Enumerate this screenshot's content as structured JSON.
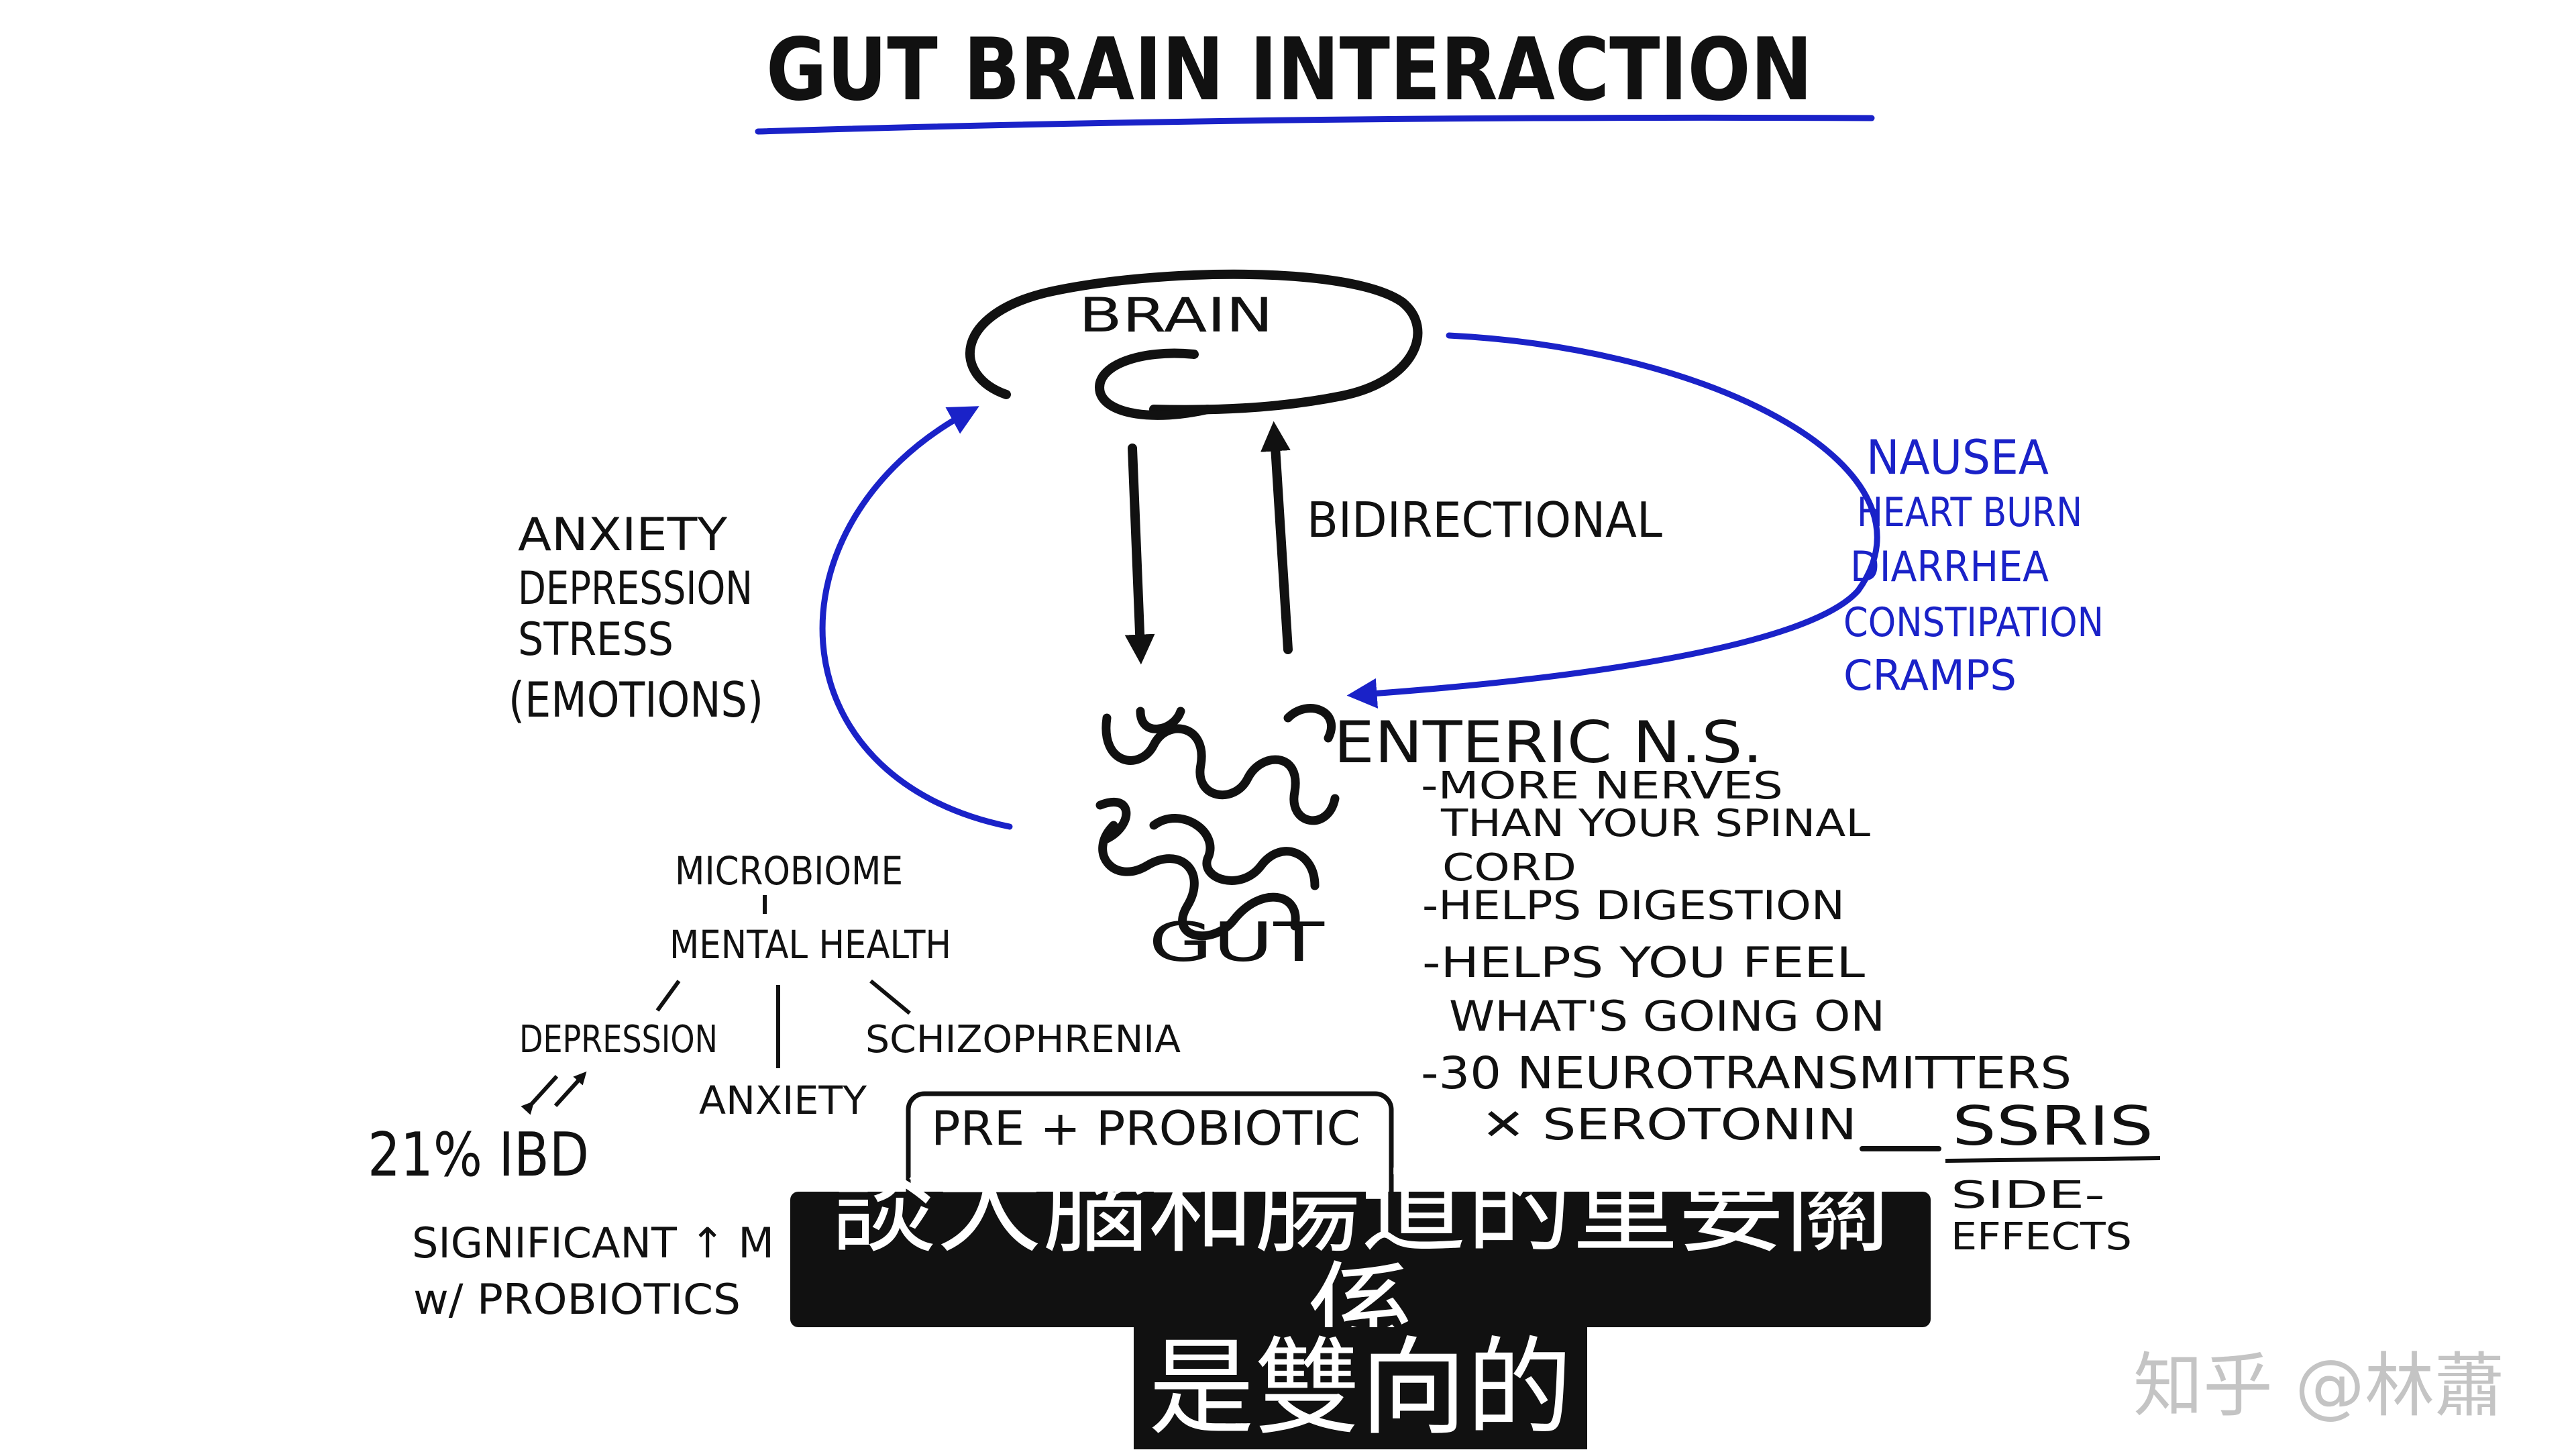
{
  "title": "GUT BRAIN INTERACTION",
  "brain_label": "BRAIN",
  "bidirectional_label": "BIDIRECTIONAL",
  "gut_label": "GUT",
  "enteric": {
    "heading": "ENTERIC N.S.",
    "lines": [
      "-MORE NERVES",
      "THAN YOUR SPINAL",
      "CORD",
      "-HELPS DIGESTION",
      "-HELPS YOU FEEL",
      "WHAT'S GOING ON",
      "-30 NEUROTRANSMITTERS",
      "✕ SEROTONIN"
    ]
  },
  "ssris": {
    "label": "SSRIS",
    "side_effects": [
      "SIDE-",
      "EFFECTS"
    ]
  },
  "emotions": [
    "ANXIETY",
    "DEPRESSION",
    "STRESS",
    "(EMOTIONS)"
  ],
  "symptoms": [
    "NAUSEA",
    "HEART BURN",
    "DIARRHEA",
    "CONSTIPATION",
    "CRAMPS"
  ],
  "microbiome": {
    "top": "MICROBIOME",
    "middle": "MENTAL HEALTH",
    "depression": "DEPRESSION",
    "anxiety": "ANXIETY",
    "schizophrenia": "SCHIZOPHRENIA",
    "ibd": "21% IBD",
    "significant": "SIGNIFICANT ↑ M",
    "probiotics": "w/ PROBIOTICS"
  },
  "pre_probiotic": "PRE + PROBIOTIC",
  "subtitles": [
    "談大腦和腸道的重要關係",
    "是雙向的"
  ],
  "watermark": "知乎 @林蕭",
  "colors": {
    "ink": "#111111",
    "blue": "#1a22c8",
    "subtitle_bg": "#111111"
  }
}
